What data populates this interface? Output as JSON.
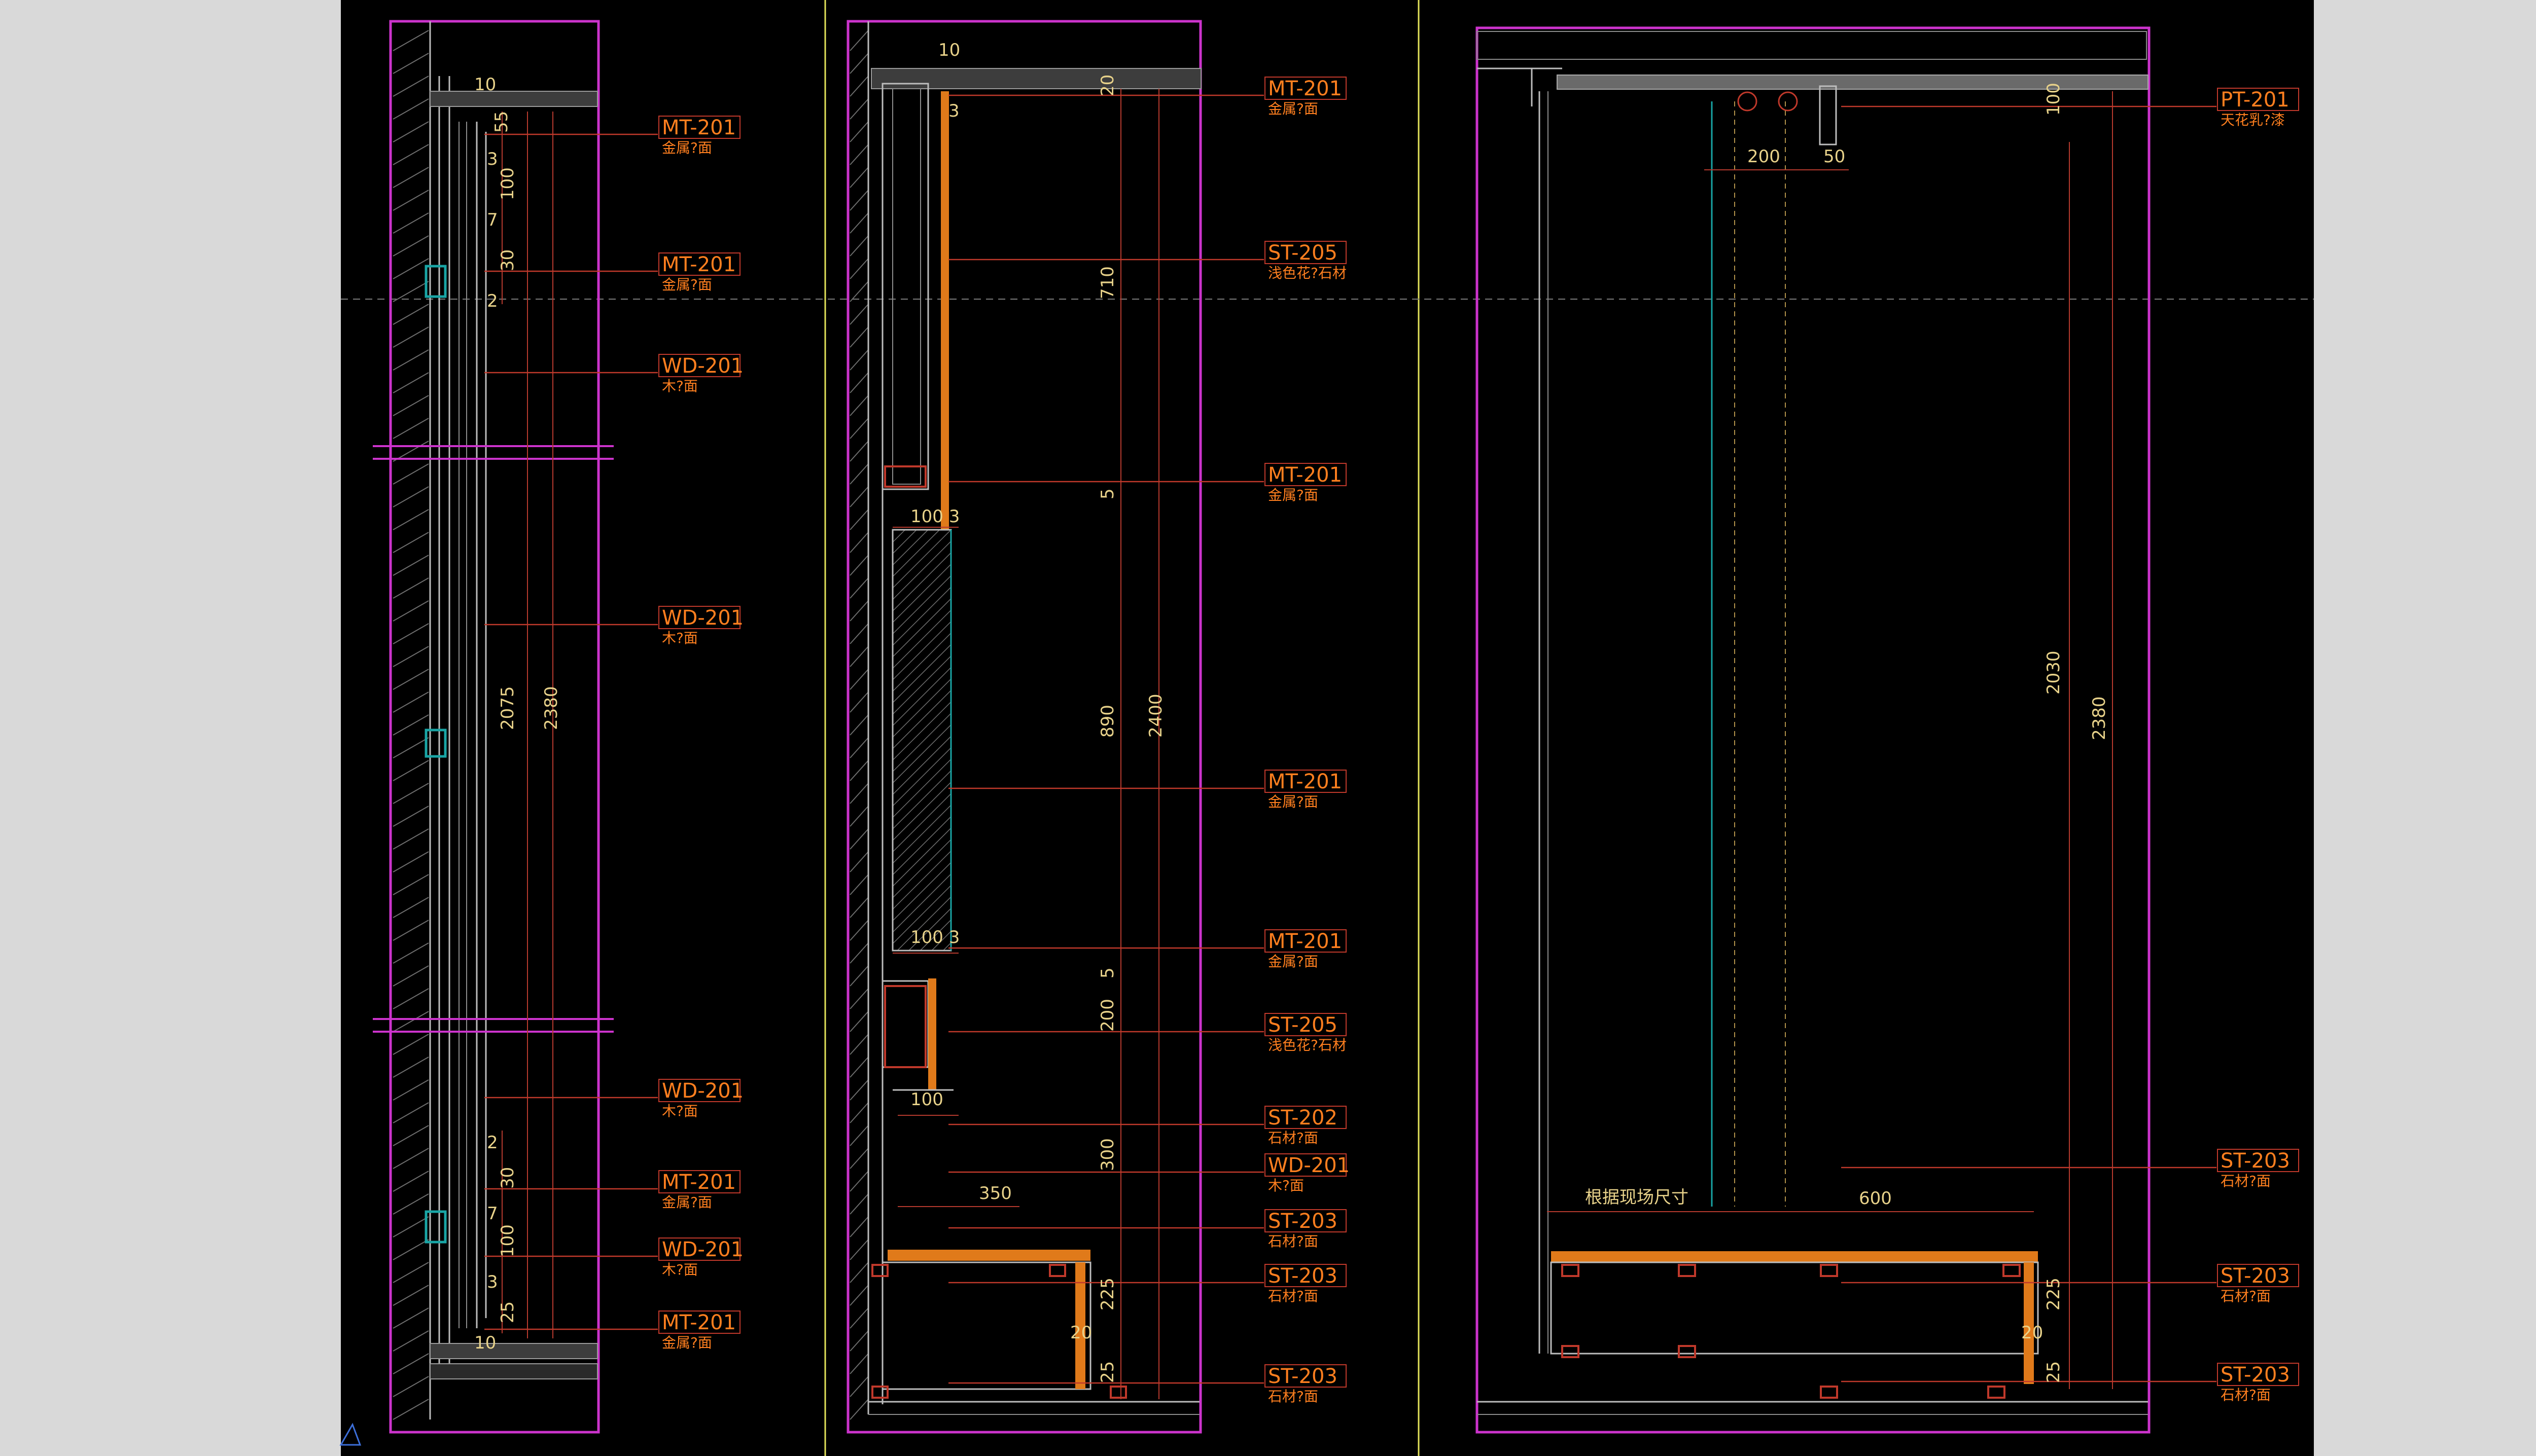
{
  "colors": {
    "outside": "#d9d9d9",
    "background": "#000000",
    "frame": "#cc33cc",
    "leader": "#c0392b",
    "tag_text": "#ff7f1f",
    "dim_text": "#e8d28a",
    "divider": "#e3e35a",
    "cyan": "#19a5a5",
    "stone": "#e07a1a"
  },
  "left_section": {
    "tags": [
      {
        "code": "MT-201",
        "desc": "金属?面"
      },
      {
        "code": "MT-201",
        "desc": "金属?面"
      },
      {
        "code": "WD-201",
        "desc": "木?面"
      },
      {
        "code": "WD-201",
        "desc": "木?面"
      },
      {
        "code": "WD-201",
        "desc": "木?面"
      },
      {
        "code": "MT-201",
        "desc": "金属?面"
      },
      {
        "code": "WD-201",
        "desc": "木?面"
      },
      {
        "code": "MT-201",
        "desc": "金属?面"
      }
    ],
    "dims": [
      "10",
      "55",
      "3",
      "100",
      "7",
      "30",
      "2",
      "2075",
      "2380",
      "2",
      "30",
      "7",
      "100",
      "3",
      "25",
      "10"
    ]
  },
  "middle_section": {
    "tags": [
      {
        "code": "MT-201",
        "desc": "金属?面"
      },
      {
        "code": "ST-205",
        "desc": "浅色花?石材"
      },
      {
        "code": "MT-201",
        "desc": "金属?面"
      },
      {
        "code": "MT-201",
        "desc": "金属?面"
      },
      {
        "code": "MT-201",
        "desc": "金属?面"
      },
      {
        "code": "ST-205",
        "desc": "浅色花?石材"
      },
      {
        "code": "ST-202",
        "desc": "石材?面"
      },
      {
        "code": "WD-201",
        "desc": "木?面"
      },
      {
        "code": "ST-203",
        "desc": "石材?面"
      },
      {
        "code": "ST-203",
        "desc": "石材?面"
      },
      {
        "code": "ST-203",
        "desc": "石材?面"
      }
    ],
    "dims": [
      "10",
      "20",
      "3",
      "710",
      "5",
      "100 3",
      "890",
      "2400",
      "100 3",
      "5",
      "200",
      "100",
      "300",
      "350",
      "225",
      "20",
      "25"
    ]
  },
  "right_section": {
    "tags": [
      {
        "code": "PT-201",
        "desc": "天花乳?漆"
      },
      {
        "code": "ST-203",
        "desc": "石材?面"
      },
      {
        "code": "ST-203",
        "desc": "石材?面"
      },
      {
        "code": "ST-203",
        "desc": "石材?面"
      }
    ],
    "dims": [
      "100",
      "200",
      "50",
      "2030",
      "2380",
      "600",
      "225",
      "20",
      "25"
    ],
    "note": "根据现场尺寸"
  }
}
